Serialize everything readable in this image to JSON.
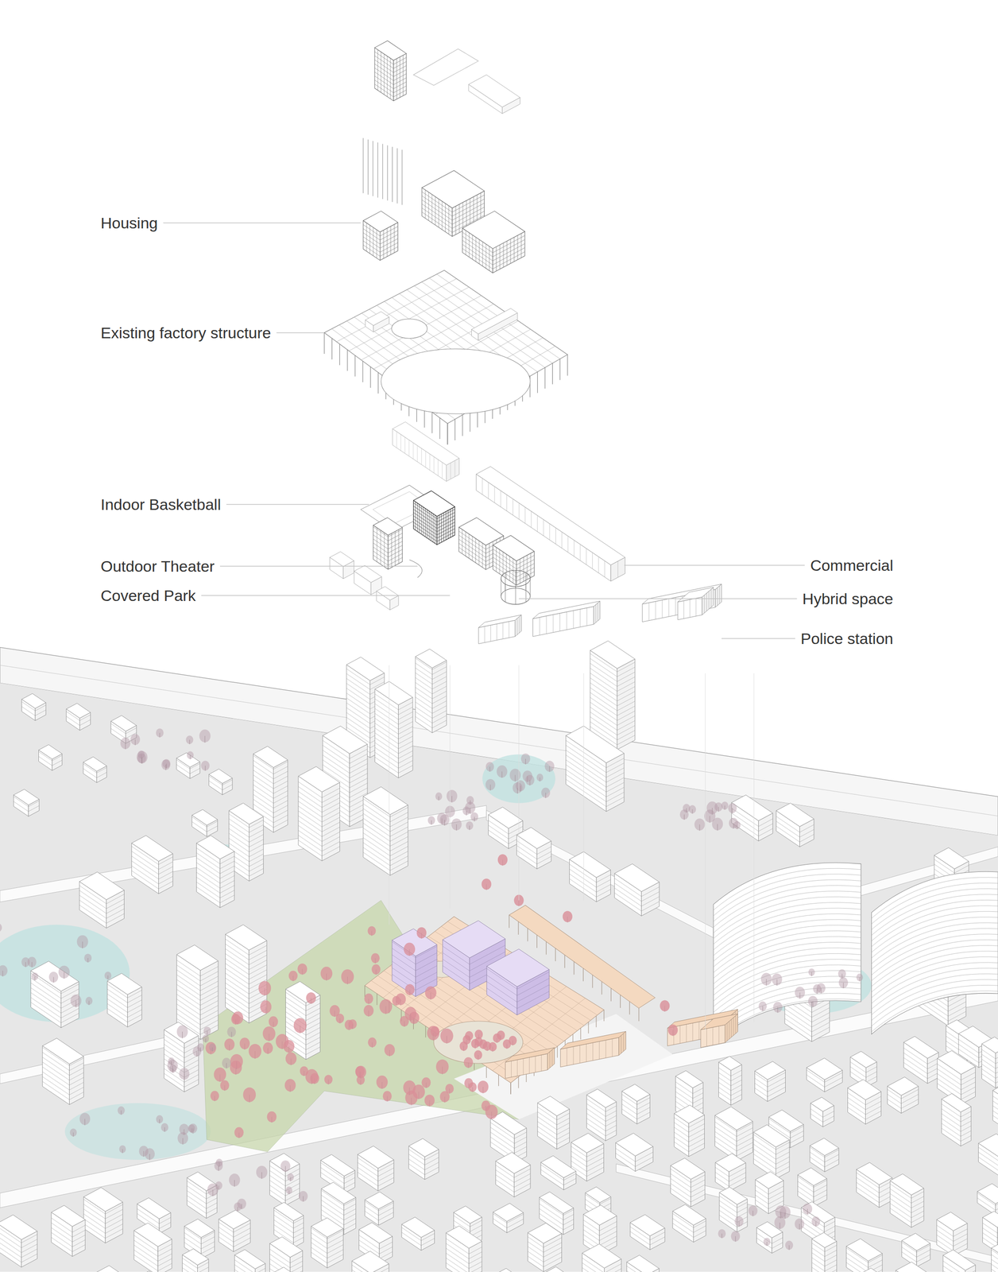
{
  "diagram": {
    "labels": [
      "Housing",
      "Existing factory structure",
      "Indoor Basketball",
      "Outdoor Theater",
      "Covered Park",
      "Commercial",
      "Hybrid space",
      "Police station"
    ]
  }
}
